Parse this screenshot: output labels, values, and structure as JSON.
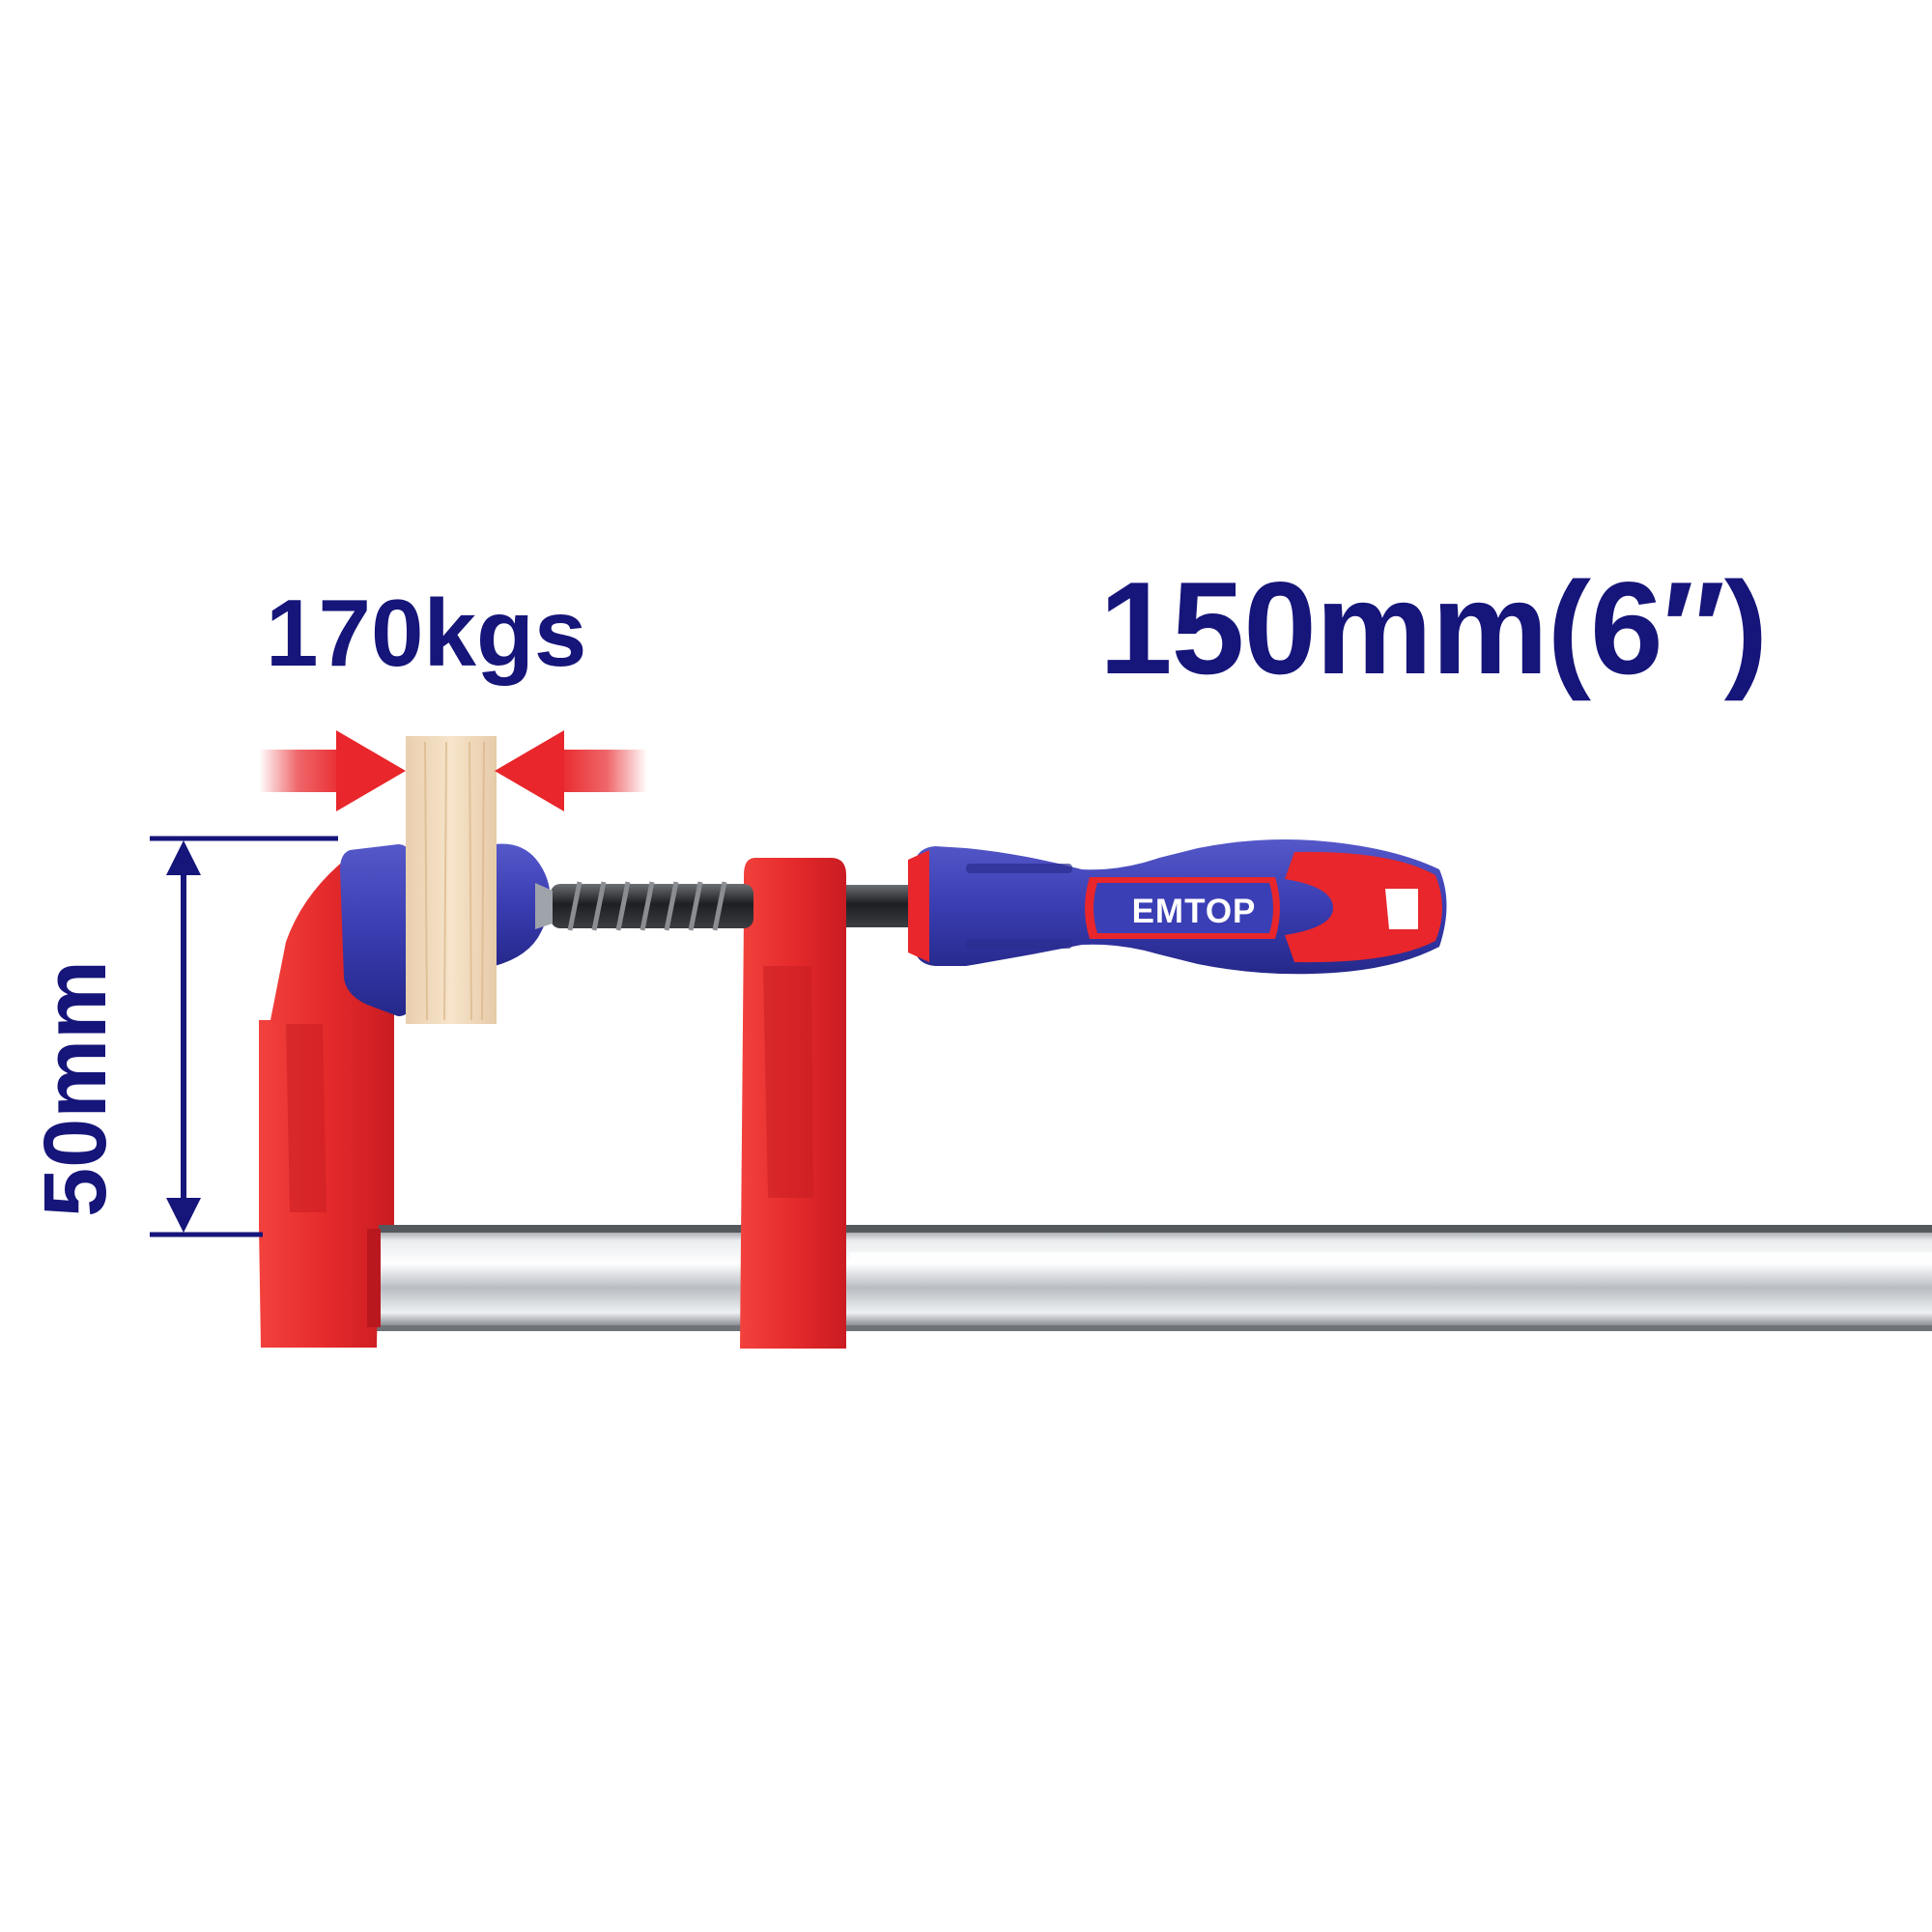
{
  "specs": {
    "size": "150mm(6″)",
    "clamping_force": "170kgs",
    "jaw_depth": "50mm"
  },
  "brand": {
    "name": "EMTOP"
  },
  "colors": {
    "label_navy": "#16157a",
    "clamp_red": "#e8262b",
    "handle_blue": "#3b3fb5",
    "bar_steel": "#c9ccd1",
    "wood": "#f3dcc0",
    "background": "#ffffff"
  },
  "icons": [
    "pressure-arrow-left-icon",
    "pressure-arrow-right-icon",
    "dimension-arrow-icon"
  ]
}
